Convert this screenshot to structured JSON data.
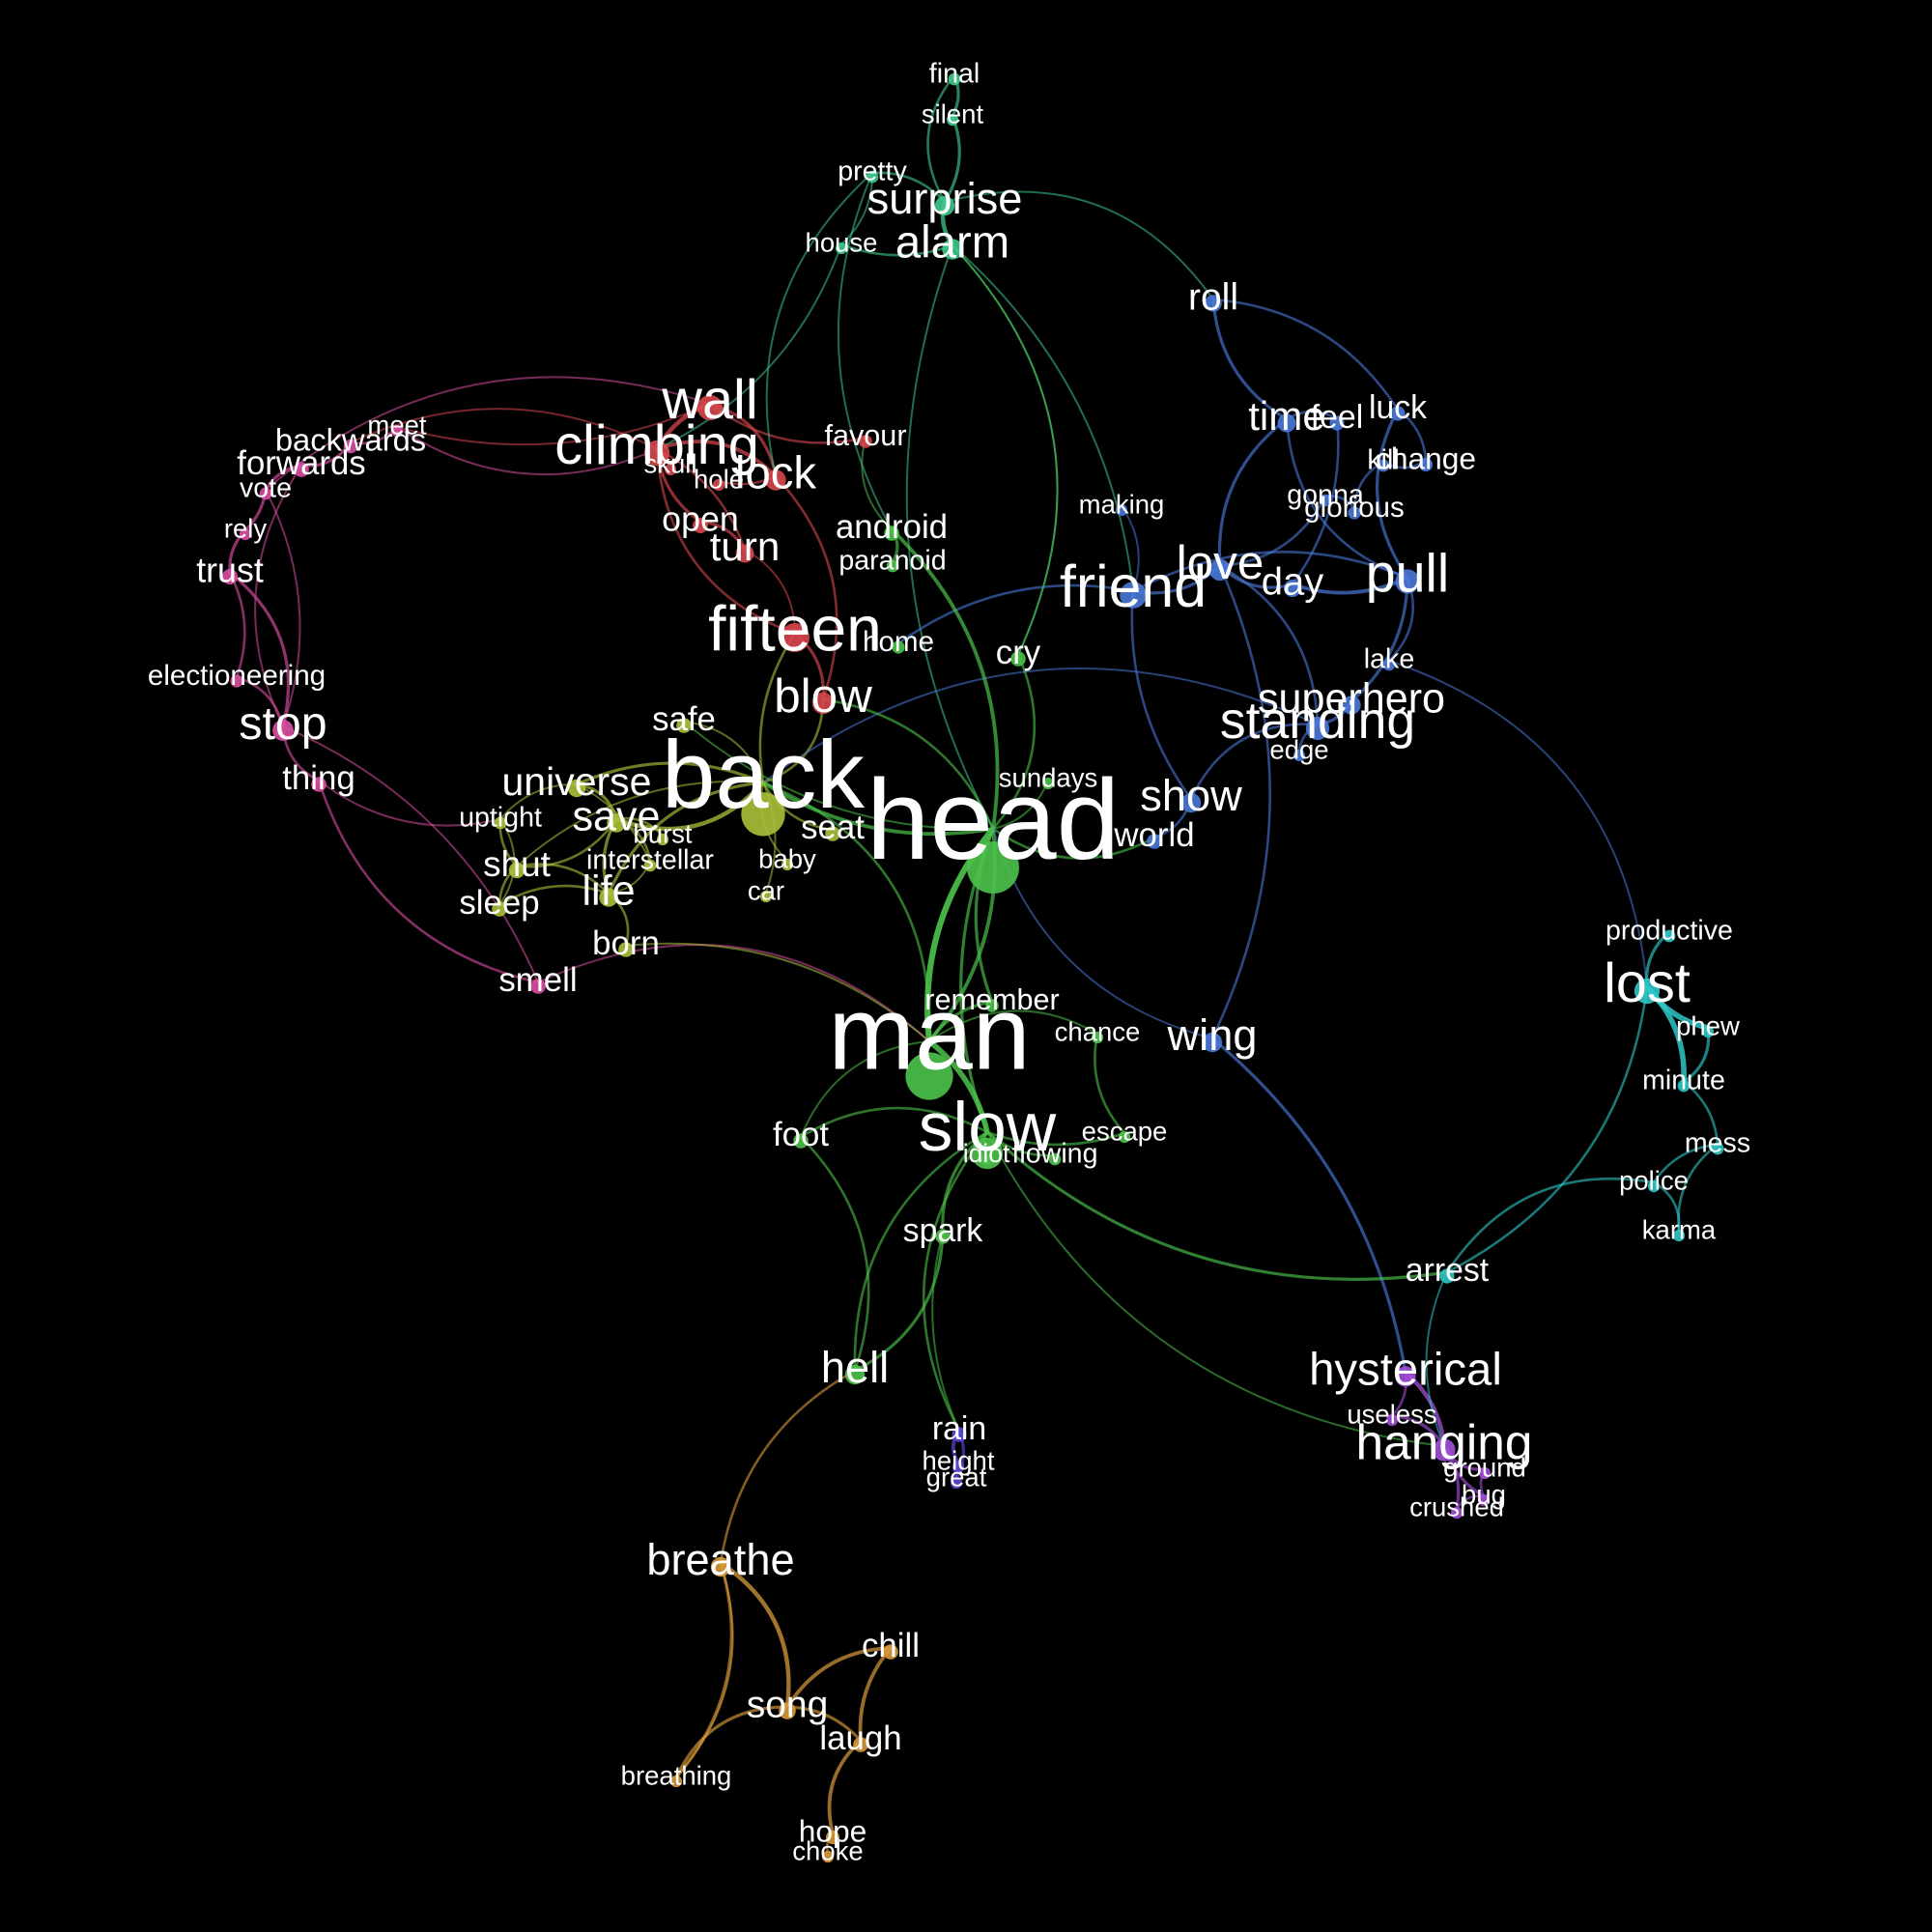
{
  "clusters": {
    "green": "#4cc34a",
    "olive": "#a9c23a",
    "red": "#d8474e",
    "pink": "#d94fa3",
    "blue": "#4a78d8",
    "teal": "#2fc7c7",
    "mint": "#3ec98a",
    "purple": "#a34fd8",
    "indigo": "#5a4ad8",
    "orange": "#d89a3a"
  },
  "nodes": [
    {
      "id": "head",
      "label": "head",
      "weight": 1.0,
      "cluster": "green"
    },
    {
      "id": "man",
      "label": "man",
      "weight": 0.9,
      "cluster": "green"
    },
    {
      "id": "back",
      "label": "back",
      "weight": 0.82,
      "cluster": "olive"
    },
    {
      "id": "slow",
      "label": "slow",
      "weight": 0.55,
      "cluster": "green"
    },
    {
      "id": "fifteen",
      "label": "fifteen",
      "weight": 0.5,
      "cluster": "red"
    },
    {
      "id": "friend",
      "label": "friend",
      "weight": 0.45,
      "cluster": "blue"
    },
    {
      "id": "wall",
      "label": "wall",
      "weight": 0.42,
      "cluster": "red"
    },
    {
      "id": "climbing",
      "label": "climbing",
      "weight": 0.42,
      "cluster": "red"
    },
    {
      "id": "lost",
      "label": "lost",
      "weight": 0.42,
      "cluster": "teal"
    },
    {
      "id": "pull",
      "label": "pull",
      "weight": 0.4,
      "cluster": "blue"
    },
    {
      "id": "standing",
      "label": "standing",
      "weight": 0.38,
      "cluster": "blue"
    },
    {
      "id": "hanging",
      "label": "hanging",
      "weight": 0.36,
      "cluster": "purple"
    },
    {
      "id": "blow",
      "label": "blow",
      "weight": 0.34,
      "cluster": "red"
    },
    {
      "id": "love",
      "label": "love",
      "weight": 0.34,
      "cluster": "blue"
    },
    {
      "id": "stop",
      "label": "stop",
      "weight": 0.33,
      "cluster": "pink"
    },
    {
      "id": "lock",
      "label": "lock",
      "weight": 0.32,
      "cluster": "red"
    },
    {
      "id": "hysterical",
      "label": "hysterical",
      "weight": 0.32,
      "cluster": "purple"
    },
    {
      "id": "alarm",
      "label": "alarm",
      "weight": 0.32,
      "cluster": "mint"
    },
    {
      "id": "surprise",
      "label": "surprise",
      "weight": 0.3,
      "cluster": "mint"
    },
    {
      "id": "show",
      "label": "show",
      "weight": 0.3,
      "cluster": "blue"
    },
    {
      "id": "breathe",
      "label": "breathe",
      "weight": 0.3,
      "cluster": "orange"
    },
    {
      "id": "superhero",
      "label": "superhero",
      "weight": 0.28,
      "cluster": "blue"
    },
    {
      "id": "wing",
      "label": "wing",
      "weight": 0.3,
      "cluster": "blue"
    },
    {
      "id": "hell",
      "label": "hell",
      "weight": 0.3,
      "cluster": "green"
    },
    {
      "id": "save",
      "label": "save",
      "weight": 0.28,
      "cluster": "olive"
    },
    {
      "id": "universe",
      "label": "universe",
      "weight": 0.26,
      "cluster": "olive"
    },
    {
      "id": "life",
      "label": "life",
      "weight": 0.28,
      "cluster": "olive"
    },
    {
      "id": "turn",
      "label": "turn",
      "weight": 0.27,
      "cluster": "red"
    },
    {
      "id": "time",
      "label": "time",
      "weight": 0.27,
      "cluster": "blue"
    },
    {
      "id": "day",
      "label": "day",
      "weight": 0.25,
      "cluster": "blue"
    },
    {
      "id": "roll",
      "label": "roll",
      "weight": 0.24,
      "cluster": "blue"
    },
    {
      "id": "song",
      "label": "song",
      "weight": 0.24,
      "cluster": "orange"
    },
    {
      "id": "shut",
      "label": "shut",
      "weight": 0.22,
      "cluster": "olive"
    },
    {
      "id": "open",
      "label": "open",
      "weight": 0.21,
      "cluster": "red"
    },
    {
      "id": "trust",
      "label": "trust",
      "weight": 0.21,
      "cluster": "pink"
    },
    {
      "id": "forwards",
      "label": "forwards",
      "weight": 0.2,
      "cluster": "pink"
    },
    {
      "id": "foot",
      "label": "foot",
      "weight": 0.2,
      "cluster": "green"
    },
    {
      "id": "android",
      "label": "android",
      "weight": 0.2,
      "cluster": "green"
    },
    {
      "id": "seat",
      "label": "seat",
      "weight": 0.2,
      "cluster": "olive"
    },
    {
      "id": "world",
      "label": "world",
      "weight": 0.2,
      "cluster": "blue"
    },
    {
      "id": "born",
      "label": "born",
      "weight": 0.2,
      "cluster": "olive"
    },
    {
      "id": "smell",
      "label": "smell",
      "weight": 0.2,
      "cluster": "pink"
    },
    {
      "id": "sleep",
      "label": "sleep",
      "weight": 0.2,
      "cluster": "olive"
    },
    {
      "id": "thing",
      "label": "thing",
      "weight": 0.2,
      "cluster": "pink"
    },
    {
      "id": "safe",
      "label": "safe",
      "weight": 0.2,
      "cluster": "olive"
    },
    {
      "id": "cry",
      "label": "cry",
      "weight": 0.2,
      "cluster": "green"
    },
    {
      "id": "spark",
      "label": "spark",
      "weight": 0.19,
      "cluster": "green"
    },
    {
      "id": "rain",
      "label": "rain",
      "weight": 0.19,
      "cluster": "indigo"
    },
    {
      "id": "arrest",
      "label": "arrest",
      "weight": 0.19,
      "cluster": "teal"
    },
    {
      "id": "laugh",
      "label": "laugh",
      "weight": 0.2,
      "cluster": "orange"
    },
    {
      "id": "chill",
      "label": "chill",
      "weight": 0.2,
      "cluster": "orange"
    },
    {
      "id": "hope",
      "label": "hope",
      "weight": 0.17,
      "cluster": "orange"
    },
    {
      "id": "luck",
      "label": "luck",
      "weight": 0.19,
      "cluster": "blue"
    },
    {
      "id": "feel",
      "label": "feel",
      "weight": 0.19,
      "cluster": "blue"
    },
    {
      "id": "change",
      "label": "change",
      "weight": 0.17,
      "cluster": "blue"
    },
    {
      "id": "backwards",
      "label": "backwards",
      "weight": 0.18,
      "cluster": "pink"
    },
    {
      "id": "remember",
      "label": "remember",
      "weight": 0.16,
      "cluster": "green"
    },
    {
      "id": "favour",
      "label": "favour",
      "weight": 0.16,
      "cluster": "red"
    },
    {
      "id": "home",
      "label": "home",
      "weight": 0.15,
      "cluster": "green"
    },
    {
      "id": "paranoid",
      "label": "paranoid",
      "weight": 0.14,
      "cluster": "green"
    },
    {
      "id": "sundays",
      "label": "sundays",
      "weight": 0.13,
      "cluster": "green"
    },
    {
      "id": "uptight",
      "label": "uptight",
      "weight": 0.14,
      "cluster": "olive"
    },
    {
      "id": "burst",
      "label": "burst",
      "weight": 0.13,
      "cluster": "olive"
    },
    {
      "id": "interstellar",
      "label": "interstellar",
      "weight": 0.14,
      "cluster": "olive"
    },
    {
      "id": "baby",
      "label": "baby",
      "weight": 0.13,
      "cluster": "olive"
    },
    {
      "id": "car",
      "label": "car",
      "weight": 0.13,
      "cluster": "olive"
    },
    {
      "id": "skull",
      "label": "skull",
      "weight": 0.13,
      "cluster": "red"
    },
    {
      "id": "hole",
      "label": "hole",
      "weight": 0.13,
      "cluster": "red"
    },
    {
      "id": "meet",
      "label": "meet",
      "weight": 0.13,
      "cluster": "pink"
    },
    {
      "id": "vote",
      "label": "vote",
      "weight": 0.14,
      "cluster": "pink"
    },
    {
      "id": "rely",
      "label": "rely",
      "weight": 0.13,
      "cluster": "pink"
    },
    {
      "id": "electioneering",
      "label": "electioneering",
      "weight": 0.15,
      "cluster": "pink"
    },
    {
      "id": "pretty",
      "label": "pretty",
      "weight": 0.14,
      "cluster": "mint"
    },
    {
      "id": "house",
      "label": "house",
      "weight": 0.13,
      "cluster": "mint"
    },
    {
      "id": "final",
      "label": "final",
      "weight": 0.14,
      "cluster": "mint"
    },
    {
      "id": "silent",
      "label": "silent",
      "weight": 0.13,
      "cluster": "mint"
    },
    {
      "id": "making",
      "label": "making",
      "weight": 0.13,
      "cluster": "blue"
    },
    {
      "id": "gonna",
      "label": "gonna",
      "weight": 0.14,
      "cluster": "blue"
    },
    {
      "id": "glorious",
      "label": "glorious",
      "weight": 0.15,
      "cluster": "blue"
    },
    {
      "id": "kill",
      "label": "kill",
      "weight": 0.14,
      "cluster": "blue"
    },
    {
      "id": "lake",
      "label": "lake",
      "weight": 0.14,
      "cluster": "blue"
    },
    {
      "id": "edge",
      "label": "edge",
      "weight": 0.13,
      "cluster": "blue"
    },
    {
      "id": "chance",
      "label": "chance",
      "weight": 0.13,
      "cluster": "green"
    },
    {
      "id": "escape",
      "label": "escape",
      "weight": 0.13,
      "cluster": "green"
    },
    {
      "id": "idiot",
      "label": "idiot",
      "weight": 0.12,
      "cluster": "green"
    },
    {
      "id": "flowing",
      "label": "flowing",
      "weight": 0.14,
      "cluster": "green"
    },
    {
      "id": "productive",
      "label": "productive",
      "weight": 0.14,
      "cluster": "teal"
    },
    {
      "id": "phew",
      "label": "phew",
      "weight": 0.13,
      "cluster": "teal"
    },
    {
      "id": "minute",
      "label": "minute",
      "weight": 0.14,
      "cluster": "teal"
    },
    {
      "id": "mess",
      "label": "mess",
      "weight": 0.14,
      "cluster": "teal"
    },
    {
      "id": "police",
      "label": "police",
      "weight": 0.13,
      "cluster": "teal"
    },
    {
      "id": "karma",
      "label": "karma",
      "weight": 0.13,
      "cluster": "teal"
    },
    {
      "id": "useless",
      "label": "useless",
      "weight": 0.13,
      "cluster": "purple"
    },
    {
      "id": "ground",
      "label": "ground",
      "weight": 0.13,
      "cluster": "purple"
    },
    {
      "id": "bug",
      "label": "bug",
      "weight": 0.13,
      "cluster": "purple"
    },
    {
      "id": "crushed",
      "label": "crushed",
      "weight": 0.13,
      "cluster": "purple"
    },
    {
      "id": "height",
      "label": "height",
      "weight": 0.13,
      "cluster": "indigo"
    },
    {
      "id": "great",
      "label": "great",
      "weight": 0.13,
      "cluster": "indigo"
    },
    {
      "id": "breathing",
      "label": "breathing",
      "weight": 0.13,
      "cluster": "orange"
    },
    {
      "id": "choke",
      "label": "choke",
      "weight": 0.13,
      "cluster": "orange"
    }
  ],
  "edges": [
    [
      "head",
      "man",
      0.9
    ],
    [
      "head",
      "man",
      0.5
    ],
    [
      "man",
      "slow",
      0.8
    ],
    [
      "head",
      "slow",
      0.4
    ],
    [
      "head",
      "back",
      0.5
    ],
    [
      "back",
      "save",
      0.6
    ],
    [
      "back",
      "universe",
      0.4
    ],
    [
      "back",
      "life",
      0.4
    ],
    [
      "back",
      "seat",
      0.3
    ],
    [
      "back",
      "fifteen",
      0.3
    ],
    [
      "back",
      "blow",
      0.3
    ],
    [
      "back",
      "safe",
      0.2
    ],
    [
      "back",
      "baby",
      0.2
    ],
    [
      "back",
      "car",
      0.2
    ],
    [
      "back",
      "shut",
      0.2
    ],
    [
      "save",
      "universe",
      0.4
    ],
    [
      "save",
      "life",
      0.4
    ],
    [
      "save",
      "shut",
      0.3
    ],
    [
      "save",
      "interstellar",
      0.3
    ],
    [
      "save",
      "burst",
      0.3
    ],
    [
      "life",
      "shut",
      0.3
    ],
    [
      "life",
      "sleep",
      0.3
    ],
    [
      "life",
      "born",
      0.3
    ],
    [
      "shut",
      "sleep",
      0.3
    ],
    [
      "shut",
      "uptight",
      0.3
    ],
    [
      "universe",
      "interstellar",
      0.2
    ],
    [
      "universe",
      "uptight",
      0.2
    ],
    [
      "life",
      "interstellar",
      0.2
    ],
    [
      "sleep",
      "uptight",
      0.2
    ],
    [
      "wall",
      "climbing",
      0.6
    ],
    [
      "climbing",
      "lock",
      0.5
    ],
    [
      "wall",
      "lock",
      0.4
    ],
    [
      "climbing",
      "open",
      0.4
    ],
    [
      "open",
      "turn",
      0.4
    ],
    [
      "climbing",
      "skull",
      0.3
    ],
    [
      "lock",
      "hole",
      0.3
    ],
    [
      "climbing",
      "turn",
      0.3
    ],
    [
      "fifteen",
      "blow",
      0.4
    ],
    [
      "wall",
      "favour",
      0.3
    ],
    [
      "climbing",
      "fifteen",
      0.3
    ],
    [
      "lock",
      "blow",
      0.3
    ],
    [
      "turn",
      "fifteen",
      0.2
    ],
    [
      "wall",
      "meet",
      0.2
    ],
    [
      "climbing",
      "backwards",
      0.2
    ],
    [
      "stop",
      "trust",
      0.4
    ],
    [
      "trust",
      "rely",
      0.4
    ],
    [
      "rely",
      "vote",
      0.4
    ],
    [
      "vote",
      "forwards",
      0.4
    ],
    [
      "forwards",
      "backwards",
      0.4
    ],
    [
      "backwards",
      "meet",
      0.3
    ],
    [
      "stop",
      "electioneering",
      0.3
    ],
    [
      "stop",
      "thing",
      0.3
    ],
    [
      "thing",
      "smell",
      0.3
    ],
    [
      "trust",
      "electioneering",
      0.3
    ],
    [
      "stop",
      "forwards",
      0.2
    ],
    [
      "stop",
      "vote",
      0.2
    ],
    [
      "thing",
      "uptight",
      0.2
    ],
    [
      "meet",
      "climbing",
      0.2
    ],
    [
      "vote",
      "wall",
      0.2
    ],
    [
      "surprise",
      "alarm",
      0.6
    ],
    [
      "surprise",
      "silent",
      0.4
    ],
    [
      "silent",
      "final",
      0.4
    ],
    [
      "surprise",
      "final",
      0.3
    ],
    [
      "surprise",
      "pretty",
      0.3
    ],
    [
      "alarm",
      "house",
      0.3
    ],
    [
      "pretty",
      "house",
      0.2
    ],
    [
      "alarm",
      "cry",
      0.2
    ],
    [
      "surprise",
      "roll",
      0.2
    ],
    [
      "house",
      "climbing",
      0.2
    ],
    [
      "pretty",
      "lock",
      0.2
    ],
    [
      "alarm",
      "head",
      0.2
    ],
    [
      "alarm",
      "friend",
      0.2
    ],
    [
      "pretty",
      "android",
      0.2
    ],
    [
      "roll",
      "time",
      0.4
    ],
    [
      "roll",
      "luck",
      0.3
    ],
    [
      "time",
      "feel",
      0.3
    ],
    [
      "time",
      "love",
      0.4
    ],
    [
      "love",
      "day",
      0.4
    ],
    [
      "love",
      "friend",
      0.4
    ],
    [
      "friend",
      "pull",
      0.3
    ],
    [
      "pull",
      "day",
      0.5
    ],
    [
      "pull",
      "luck",
      0.4
    ],
    [
      "luck",
      "change",
      0.3
    ],
    [
      "change",
      "kill",
      0.3
    ],
    [
      "kill",
      "glorious",
      0.3
    ],
    [
      "glorious",
      "gonna",
      0.3
    ],
    [
      "gonna",
      "love",
      0.3
    ],
    [
      "pull",
      "superhero",
      0.4
    ],
    [
      "superhero",
      "standing",
      0.4
    ],
    [
      "standing",
      "edge",
      0.3
    ],
    [
      "standing",
      "show",
      0.3
    ],
    [
      "show",
      "world",
      0.3
    ],
    [
      "friend",
      "show",
      0.3
    ],
    [
      "love",
      "wing",
      0.3
    ],
    [
      "pull",
      "lake",
      0.3
    ],
    [
      "lake",
      "lost",
      0.2
    ],
    [
      "friend",
      "home",
      0.3
    ],
    [
      "making",
      "friend",
      0.2
    ],
    [
      "love",
      "standing",
      0.3
    ],
    [
      "time",
      "pull",
      0.3
    ],
    [
      "feel",
      "day",
      0.3
    ],
    [
      "head",
      "world",
      0.3
    ],
    [
      "standing",
      "back",
      0.2
    ],
    [
      "lost",
      "phew",
      0.8
    ],
    [
      "lost",
      "minute",
      0.8
    ],
    [
      "lost",
      "productive",
      0.4
    ],
    [
      "minute",
      "mess",
      0.3
    ],
    [
      "mess",
      "police",
      0.3
    ],
    [
      "police",
      "karma",
      0.3
    ],
    [
      "mess",
      "karma",
      0.3
    ],
    [
      "arrest",
      "police",
      0.3
    ],
    [
      "arrest",
      "lost",
      0.3
    ],
    [
      "minute",
      "phew",
      0.4
    ],
    [
      "hysterical",
      "hanging",
      0.6
    ],
    [
      "hanging",
      "useless",
      0.4
    ],
    [
      "hanging",
      "ground",
      0.4
    ],
    [
      "hanging",
      "bug",
      0.4
    ],
    [
      "hanging",
      "crushed",
      0.4
    ],
    [
      "bug",
      "crushed",
      0.3
    ],
    [
      "ground",
      "bug",
      0.3
    ],
    [
      "hysterical",
      "useless",
      0.3
    ],
    [
      "wing",
      "hysterical",
      0.4
    ],
    [
      "arrest",
      "hanging",
      0.2
    ],
    [
      "slow",
      "idiot",
      0.4
    ],
    [
      "slow",
      "flowing",
      0.3
    ],
    [
      "slow",
      "spark",
      0.4
    ],
    [
      "slow",
      "foot",
      0.3
    ],
    [
      "man",
      "remember",
      0.4
    ],
    [
      "head",
      "remember",
      0.4
    ],
    [
      "slow",
      "escape",
      0.3
    ],
    [
      "escape",
      "chance",
      0.3
    ],
    [
      "man",
      "chance",
      0.2
    ],
    [
      "slow",
      "hell",
      0.3
    ],
    [
      "spark",
      "hell",
      0.4
    ],
    [
      "foot",
      "hell",
      0.3
    ],
    [
      "slow",
      "rain",
      0.3
    ],
    [
      "slow",
      "arrest",
      0.4
    ],
    [
      "head",
      "android",
      0.5
    ],
    [
      "android",
      "paranoid",
      0.4
    ],
    [
      "android",
      "favour",
      0.2
    ],
    [
      "head",
      "sundays",
      0.2
    ],
    [
      "man",
      "foot",
      0.2
    ],
    [
      "slow",
      "hanging",
      0.2
    ],
    [
      "head",
      "cry",
      0.3
    ],
    [
      "cry",
      "alarm",
      0.2
    ],
    [
      "head",
      "blow",
      0.3
    ],
    [
      "man",
      "back",
      0.3
    ],
    [
      "head",
      "safe",
      0.2
    ],
    [
      "rain",
      "height",
      0.5
    ],
    [
      "height",
      "great",
      0.5
    ],
    [
      "rain",
      "great",
      0.4
    ],
    [
      "breathe",
      "song",
      0.6
    ],
    [
      "breathe",
      "breathing",
      0.4
    ],
    [
      "song",
      "breathing",
      0.4
    ],
    [
      "song",
      "chill",
      0.5
    ],
    [
      "chill",
      "laugh",
      0.5
    ],
    [
      "laugh",
      "song",
      0.4
    ],
    [
      "laugh",
      "hope",
      0.5
    ],
    [
      "hope",
      "choke",
      0.3
    ],
    [
      "breathe",
      "hell",
      0.3
    ],
    [
      "breathing",
      "breathe",
      0.2
    ],
    [
      "smell",
      "man",
      0.2
    ],
    [
      "smell",
      "stop",
      0.2
    ],
    [
      "born",
      "man",
      0.2
    ],
    [
      "spark",
      "rain",
      0.2
    ],
    [
      "wing",
      "head",
      0.2
    ]
  ]
}
